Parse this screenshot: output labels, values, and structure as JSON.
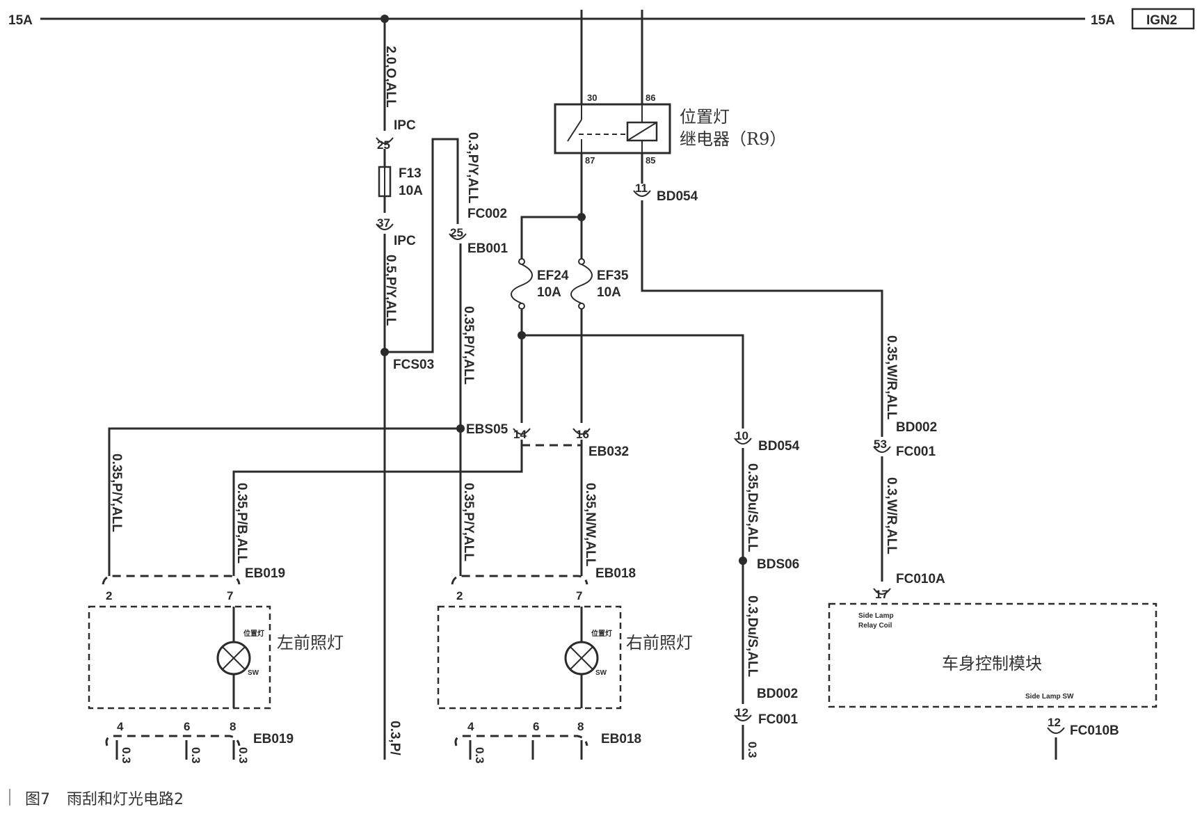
{
  "power_rail": {
    "left_amp": "15A",
    "right_amp": "15A",
    "source_box": "IGN2"
  },
  "ipc_branch": {
    "wire_top": "2.0,O,ALL",
    "ipc_label_top": "IPC",
    "pin_top": "25",
    "fuse_name": "F13",
    "fuse_rating": "10A",
    "pin_bottom": "37",
    "ipc_label_bottom": "IPC",
    "wire_mid": "0.5,P/Y,ALL",
    "splice": "FCS03",
    "wire_bottom": "0.3,P/"
  },
  "fc002_branch": {
    "wire_top": "0.3,P/Y,ALL",
    "connector_top": "FC002",
    "pin": "25",
    "connector_bottom": "EB001",
    "wire_mid": "0.35,P/Y,ALL",
    "splice": "EBS05",
    "wire_low": "0.35,P/Y,ALL"
  },
  "relay": {
    "pin_30": "30",
    "pin_86": "86",
    "pin_87": "87",
    "pin_85": "85",
    "name_line1": "位置灯",
    "name_line2": "继电器（R9）",
    "coil_pin": "11",
    "coil_connector": "BD054"
  },
  "fuses": {
    "left_name": "EF24",
    "left_rating": "10A",
    "right_name": "EF35",
    "right_rating": "10A"
  },
  "eb032": {
    "pin_left": "14",
    "pin_right": "16",
    "connector": "EB032"
  },
  "left_lamp": {
    "wire_outer": "0.35,P/Y,ALL",
    "wire_inner": "0.35,P/B,ALL",
    "connector_top": "EB019",
    "pin_a": "2",
    "pin_b": "7",
    "bulb_label": "位置灯",
    "sw_label": "SW",
    "name": "左前照灯",
    "pins_bottom": [
      "4",
      "6",
      "8"
    ],
    "connector_bottom": "EB019",
    "stubs": [
      "0.3",
      "0.3",
      "0.3"
    ]
  },
  "right_lamp": {
    "wire_left": "0.35,P/Y,ALL",
    "wire_right": "0.35,N/W,ALL",
    "connector_top": "EB018",
    "pin_a": "2",
    "pin_b": "7",
    "bulb_label": "位置灯",
    "sw_label": "SW",
    "name": "右前照灯",
    "pins_bottom": [
      "4",
      "6",
      "8"
    ],
    "connector_bottom": "EB018",
    "stubs": [
      "0.3"
    ]
  },
  "bd054_branch": {
    "pin_top": "10",
    "connector_top": "BD054",
    "wire_top": "0.35,Du/S,ALL",
    "splice": "BDS06",
    "wire_mid": "0.3,Du/S,ALL",
    "connector_bd": "BD002",
    "pin_bottom": "12",
    "connector_bottom": "FC001",
    "wire_bottom": "0.3"
  },
  "w_r_branch": {
    "wire_top": "0.35,W/R,ALL",
    "connector_bd": "BD002",
    "pin": "53",
    "connector_fc": "FC001",
    "wire_mid": "0.3,W/R,ALL",
    "pin_module": "17",
    "connector_module": "FC010A"
  },
  "bcm": {
    "coil_label_1": "Side Lamp",
    "coil_label_2": "Relay Coil",
    "name": "车身控制模块",
    "sw_label": "Side Lamp SW",
    "pin_bottom": "12",
    "connector_bottom": "FC010B"
  },
  "caption": {
    "figure": "图7",
    "title": "雨刮和灯光电路2"
  }
}
